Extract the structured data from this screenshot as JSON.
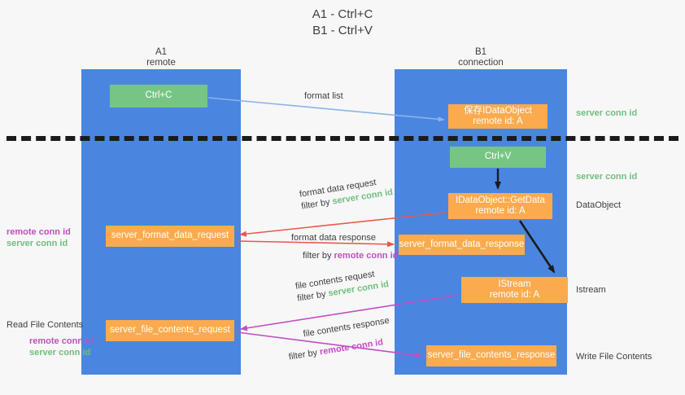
{
  "title": {
    "line1": "A1 - Ctrl+C",
    "line2": "B1 - Ctrl+V"
  },
  "lanes": [
    {
      "id": "a1",
      "name": "A1",
      "role": "remote"
    },
    {
      "id": "b1",
      "name": "B1",
      "role": "connection"
    }
  ],
  "nodes": {
    "ctrl_c": {
      "label": "Ctrl+C",
      "color": "#76c585"
    },
    "save_data_object": {
      "line1": "保存IDataObject",
      "line2": "remote id: A",
      "color": "#fbab4e"
    },
    "ctrl_v": {
      "label": "Ctrl+V",
      "color": "#76c585"
    },
    "get_data": {
      "line1": "IDataObject::GetData",
      "line2": "remote id: A",
      "color": "#fbab4e"
    },
    "server_format_data_request": {
      "label": "server_format_data_request",
      "color": "#fbab4e"
    },
    "server_format_data_response": {
      "label": "server_format_data_response",
      "color": "#fbab4e"
    },
    "istream": {
      "line1": "IStream",
      "line2": "remote id: A",
      "color": "#fbab4e"
    },
    "server_file_contents_request": {
      "label": "server_file_contents_request",
      "color": "#fbab4e"
    },
    "server_file_contents_response": {
      "label": "server_file_contents_response",
      "color": "#fbab4e"
    }
  },
  "edge_labels": {
    "format_list": "format list",
    "format_data_request": "format data request",
    "format_data_request_filter_prefix": "filter by ",
    "format_data_request_filter_value": "server conn id",
    "format_data_response": "format data response",
    "format_data_response_filter_prefix": "filter by ",
    "format_data_response_filter_value": "remote conn id",
    "file_contents_request": "file contents request",
    "file_contents_request_filter_prefix": "filter by ",
    "file_contents_request_filter_value": "server conn id",
    "file_contents_response": "file contents response",
    "file_contents_response_filter_prefix": "filter by ",
    "file_contents_response_filter_value": "remote conn id"
  },
  "annotations": {
    "right_server_conn_id_top": "server conn id",
    "right_server_conn_id_mid": "server conn id",
    "right_data_object": "DataObject",
    "right_istream": "Istream",
    "right_write_file_contents": "Write File Contents",
    "left_remote_conn_id_1": "remote conn id",
    "left_server_conn_id_1": "server conn id",
    "left_read_file_contents": "Read File Contents",
    "left_remote_conn_id_2": "remote conn id",
    "left_server_conn_id_2": "server conn id"
  },
  "colors": {
    "lane": "#4a86e0",
    "green_node": "#76c585",
    "orange_node": "#fbab4e",
    "server_conn_id": "#6fbf7e",
    "remote_conn_id": "#c24ec2",
    "arrow_blue": "#8ab4e8",
    "arrow_red": "#e8584a",
    "arrow_magenta": "#c24ec2",
    "arrow_dark": "#1b1b1b",
    "divider": "#1b1b1b",
    "background": "#f7f7f7"
  }
}
